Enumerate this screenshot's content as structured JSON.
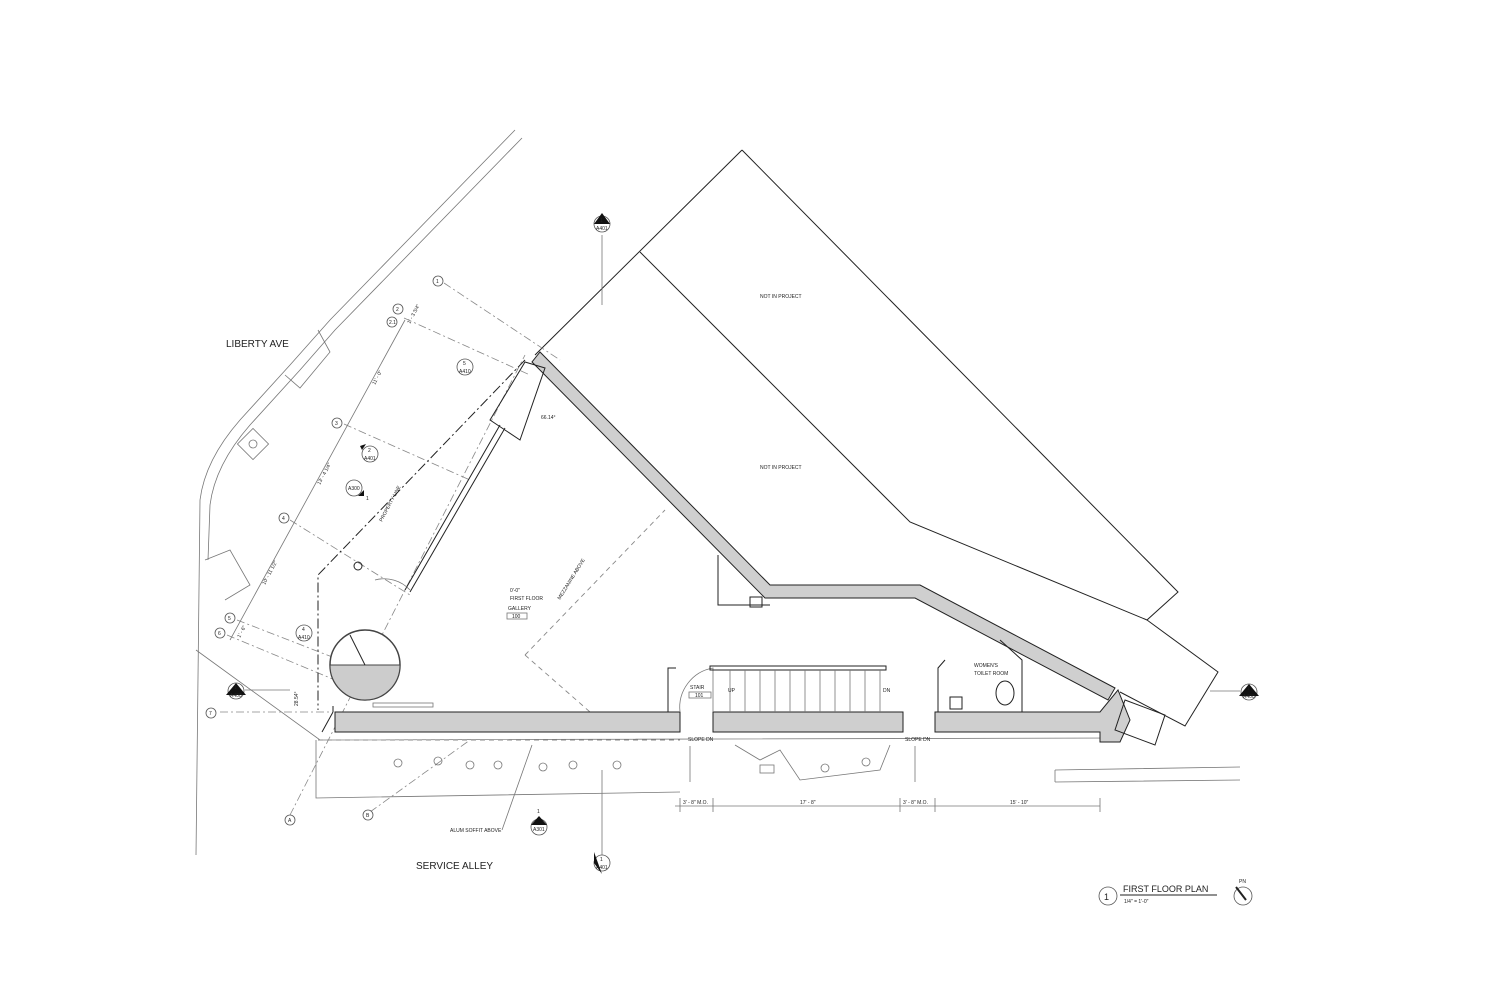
{
  "streets": {
    "liberty": "LIBERTY AVE",
    "alley": "SERVICE ALLEY"
  },
  "not_in_project": [
    "NOT IN PROJECT",
    "NOT IN PROJECT"
  ],
  "grid_bubbles": [
    "1",
    "2",
    "2.1",
    "3",
    "4",
    "5",
    "6",
    "7",
    "A",
    "B"
  ],
  "section_refs": {
    "top": {
      "num": "1",
      "sheet": "A401"
    },
    "bottom": {
      "num": "1",
      "sheet": "A401"
    },
    "left": {
      "num": "1",
      "sheet": "A400"
    },
    "right": {
      "num": "1",
      "sheet": "A400"
    },
    "mid": {
      "num": "2",
      "sheet": "A401"
    },
    "detail1": {
      "num": "5",
      "sheet": "A410"
    },
    "detail2": {
      "num": "4",
      "sheet": "A410"
    },
    "elev": {
      "num": "1",
      "sheet": "A300"
    },
    "wall_section": {
      "num": "1",
      "sheet": "A301"
    }
  },
  "dimensions": {
    "d1": "1' - 3 3/4\"",
    "d2": "11' - 0\"",
    "d3": "13' - 4 1/4\"",
    "d4": "10' - 11 1/2\"",
    "d5": "1' - 6\"",
    "angle1": "28.54°",
    "angle2": "66.14°",
    "bottom": [
      "3' - 8\" M.O.",
      "17' - 8\"",
      "3' - 8\" M.O.",
      "15' - 10\""
    ]
  },
  "labels": {
    "property_line": "PROPERTY LINE",
    "mezzanine": "MEZZANINE ABOVE",
    "level_elev": "0'-0\"",
    "level_name": "FIRST FLOOR",
    "gallery": "GALLERY",
    "gallery_num": "100",
    "stair": "STAIR",
    "stair_num": "101",
    "up": "UP",
    "dn": "DN",
    "slope1": "SLOPE DN",
    "slope2": "SLOPE DN",
    "toilet1": "WOMEN'S",
    "toilet2": "TOILET ROOM",
    "soffit": "ALUM SOFFIT ABOVE"
  },
  "title_block": {
    "num": "1",
    "title": "FIRST FLOOR PLAN",
    "scale": "1/4\" = 1'-0\"",
    "north": "PN"
  }
}
